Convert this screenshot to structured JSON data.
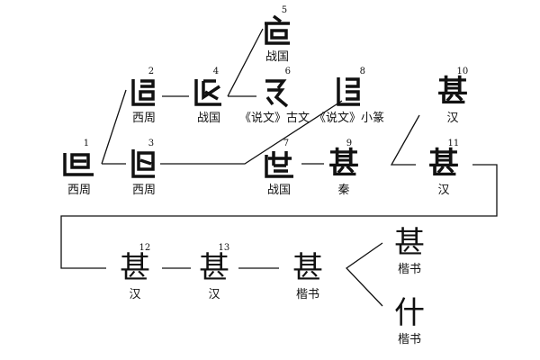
{
  "nodes": [
    {
      "num": "1",
      "label": "西周"
    },
    {
      "num": "2",
      "label": "西周"
    },
    {
      "num": "3",
      "label": "西周"
    },
    {
      "num": "4",
      "label": "战国"
    },
    {
      "num": "5",
      "label": "战国"
    },
    {
      "num": "6",
      "label": "《说文》古文"
    },
    {
      "num": "7",
      "label": "战国"
    },
    {
      "num": "8",
      "label": "《说文》小篆"
    },
    {
      "num": "9",
      "label": "秦"
    },
    {
      "num": "10",
      "label": "汉"
    },
    {
      "num": "11",
      "label": "汉"
    },
    {
      "num": "12",
      "label": "汉"
    },
    {
      "num": "13",
      "label": "汉"
    }
  ],
  "kaishu": [
    {
      "char": "甚",
      "label": "楷书"
    },
    {
      "char": "甚",
      "label": "楷书"
    },
    {
      "char": "什",
      "label": "楷书"
    }
  ],
  "colors": {
    "ink": "#111111",
    "background": "#ffffff"
  }
}
